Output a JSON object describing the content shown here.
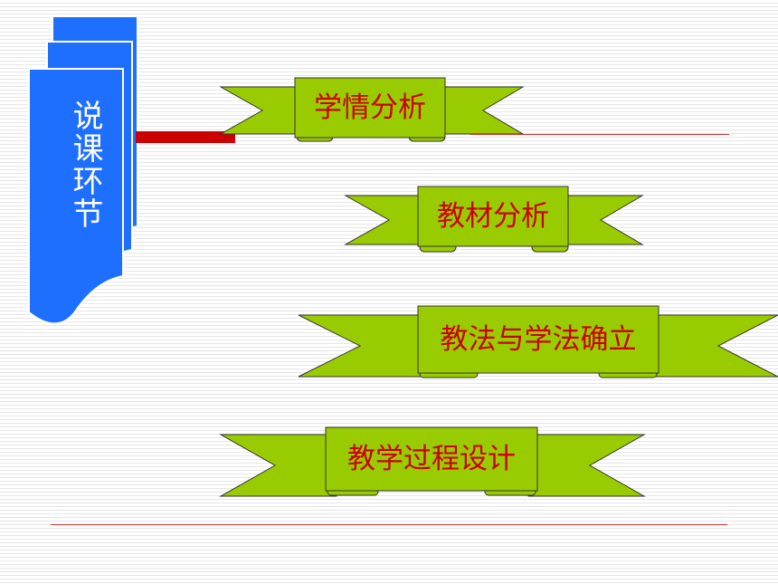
{
  "side_title": "说课环节",
  "banners": [
    {
      "label": "学情分析"
    },
    {
      "label": "教材分析"
    },
    {
      "label": "教法与学法确立"
    },
    {
      "label": "教学过程设计"
    }
  ],
  "colors": {
    "banner_fill": "#99cc00",
    "label_text": "#cc0000",
    "tab_blue": "#0066ff",
    "red_bar": "#cc0000"
  }
}
